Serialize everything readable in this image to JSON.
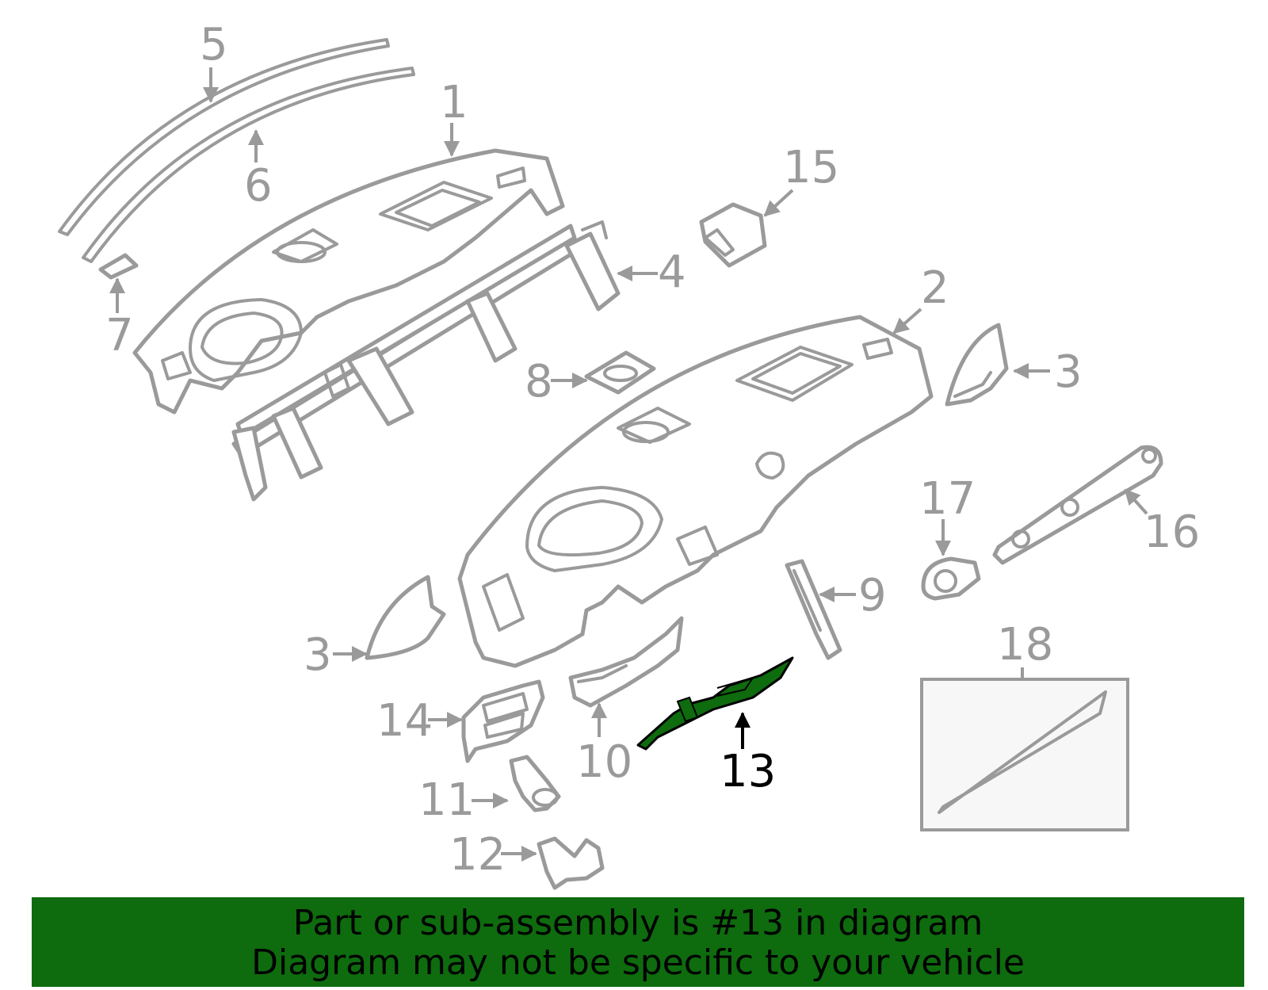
{
  "highlight_color": "#0e6b0e",
  "label_color": "#9a9a9a",
  "highlight_part": "13",
  "labels": {
    "p1": "1",
    "p2": "2",
    "p3a": "3",
    "p3b": "3",
    "p4": "4",
    "p5": "5",
    "p6": "6",
    "p7": "7",
    "p8": "8",
    "p9": "9",
    "p10": "10",
    "p11": "11",
    "p12": "12",
    "p13": "13",
    "p14": "14",
    "p15": "15",
    "p16": "16",
    "p17": "17",
    "p18": "18"
  },
  "banner": {
    "line1": "Part or sub-assembly is #13 in diagram",
    "line2": "Diagram may not be specific to your vehicle"
  }
}
